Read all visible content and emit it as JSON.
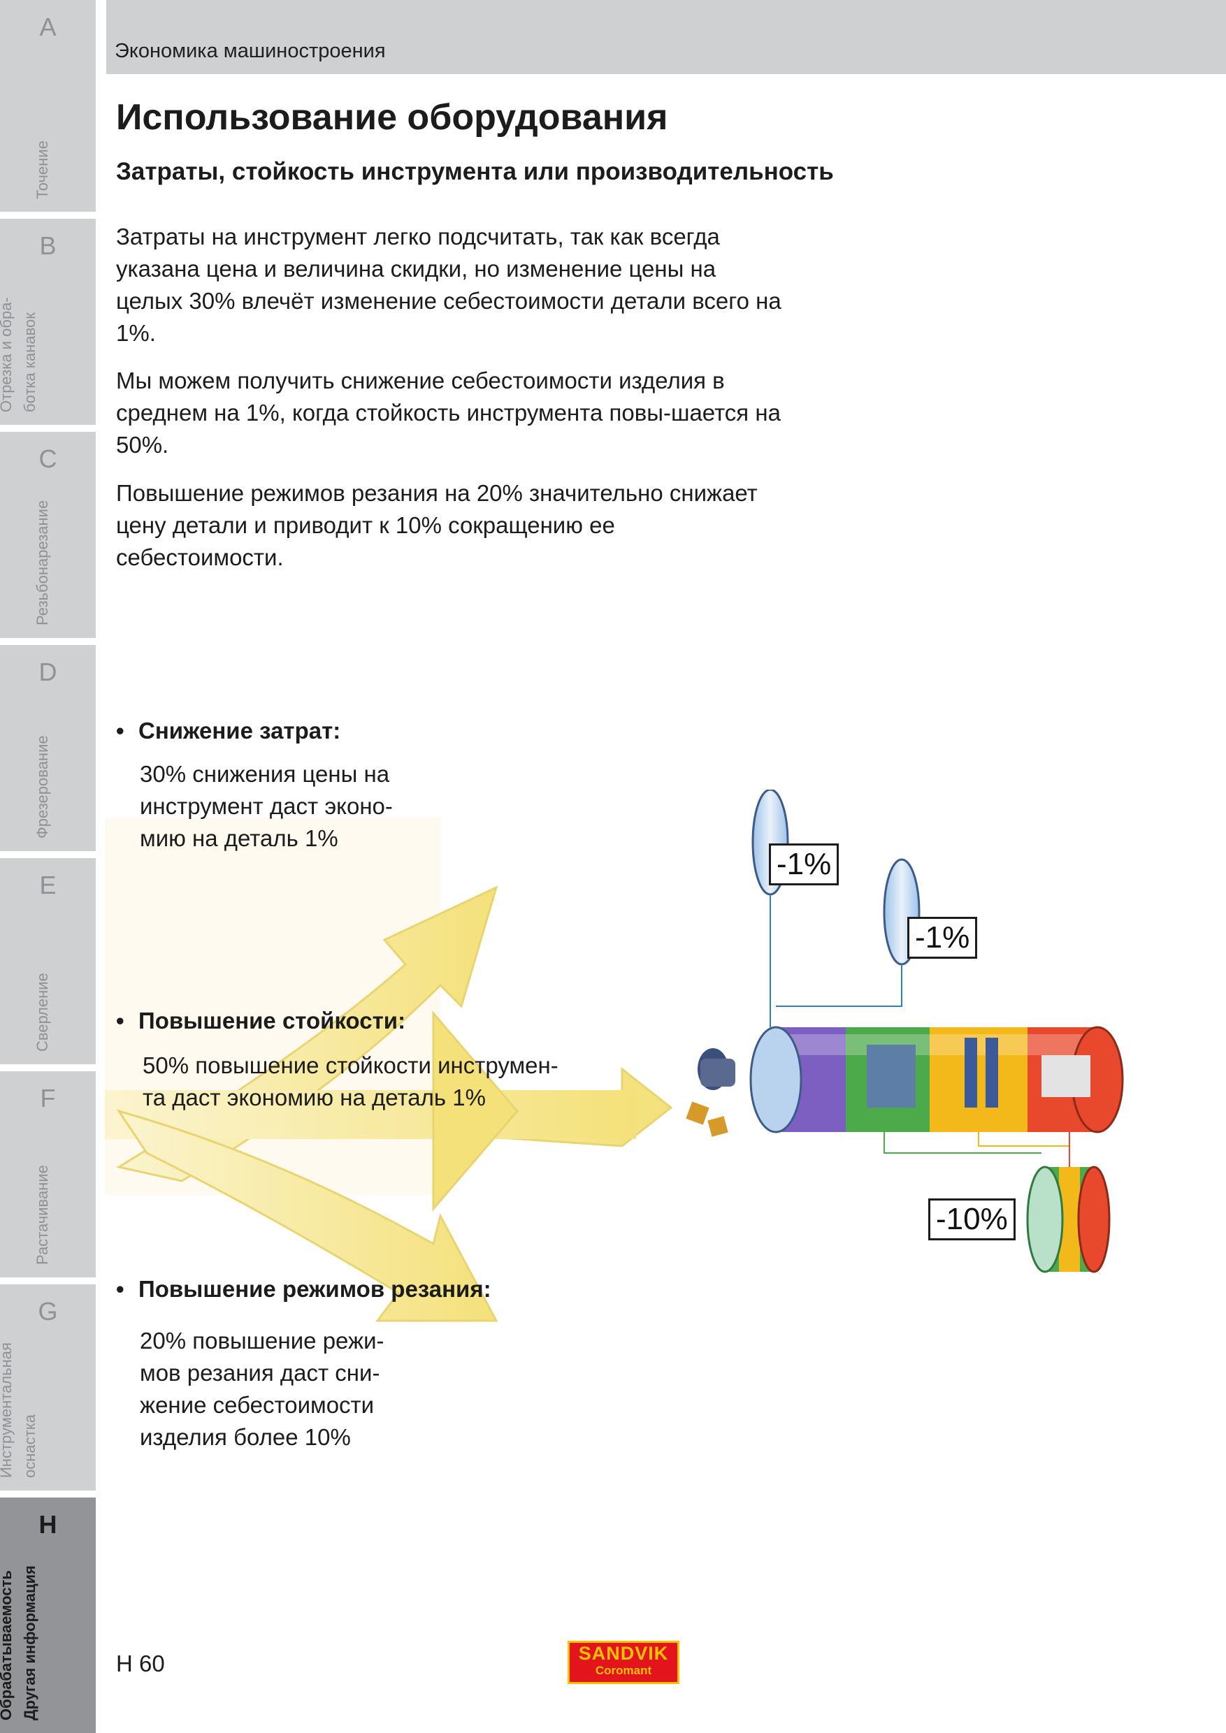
{
  "sidebar": {
    "tabs": [
      {
        "letter": "A",
        "label": "Точение"
      },
      {
        "letter": "B",
        "label": "Отрезка и обра-\nботка канавок"
      },
      {
        "letter": "C",
        "label": "Резьбонарезание"
      },
      {
        "letter": "D",
        "label": "Фрезерование"
      },
      {
        "letter": "E",
        "label": "Сверление"
      },
      {
        "letter": "F",
        "label": "Растачивание"
      },
      {
        "letter": "G",
        "label": "Инструментальная\nоснастка"
      },
      {
        "letter": "H",
        "label": "Обрабатываемость\nДругая информация"
      }
    ]
  },
  "header": {
    "section": "Экономика машиностроения"
  },
  "title": "Использование оборудования",
  "subtitle": "Затраты, стойкость инструмента или производительность",
  "paragraphs": [
    "Затраты на инструмент легко подсчитать, так как всегда указана цена и величина скидки, но изменение цены на целых 30% влечёт изменение себестоимости детали всего на 1%.",
    "Мы можем получить снижение себестоимости изделия в среднем на 1%, когда стойкость инструмента повы-шается на 50%.",
    "Повышение режимов резания на 20% значительно снижает цену детали и приводит к 10% сокращению ее себестоимости."
  ],
  "bullets": [
    {
      "title": "Снижение затрат:",
      "text": "30% снижения цены на\nинструмент даст эконо-\nмию на деталь 1%"
    },
    {
      "title": "Повышение стойкости:",
      "text": "50% повышение стойкости инструмен-\nта даст экономию на деталь 1%"
    },
    {
      "title": "Повышение режимов резания:",
      "text": "20% повышение режи-\nмов резания даст сни-\nжение себестоимости\nизделия более 10%"
    }
  ],
  "figure": {
    "labels": {
      "cost": "-1%",
      "tool_life": "-1%",
      "cutting_data": "-10%"
    }
  },
  "footer": {
    "page_number": "H 60",
    "logo_top": "SANDVIK",
    "logo_bottom": "Coromant"
  }
}
